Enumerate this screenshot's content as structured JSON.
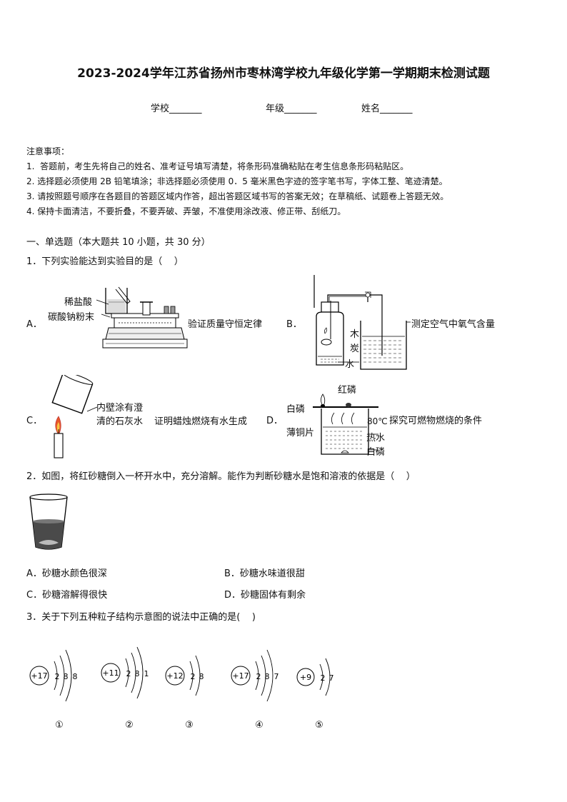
{
  "title": "2023-2024学年江苏省扬州市枣林湾学校九年级化学第一学期期末检测试题",
  "info": {
    "school": "学校_______",
    "grade": "年级_______",
    "name": "姓名_______"
  },
  "notes": {
    "heading": "注意事项：",
    "items": [
      "1.  答题前，考生先将自己的姓名、准考证号填写清楚，将条形码准确粘贴在考生信息条形码粘贴区。",
      "2. 选择题必须使用 2B 铅笔填涂；非选择题必须使用 0．5 毫米黑色字迹的签字笔书写，字体工整、笔迹清楚。",
      "3. 请按照题号顺序在各题目的答题区域内作答，超出答题区域书写的答案无效；在草稿纸、试题卷上答题无效。",
      "4. 保持卡面清洁，不要折叠，不要弄破、弄皱，不准使用涂改液、修正带、刮纸刀。"
    ]
  },
  "section1": "一、单选题（本大题共 10 小题，共 30 分）",
  "q1": {
    "stem": "1．下列实验能达到实验目的是（    ）",
    "A": {
      "letter": "A．",
      "label1": "稀盐酸",
      "label2": "碳酸钠粉末",
      "desc": "验证质量守恒定律"
    },
    "B": {
      "letter": "B．",
      "label_wood": "木",
      "label_char": "炭",
      "label_water": "水",
      "desc": "测定空气中氧气含量"
    },
    "C": {
      "letter": "C．",
      "label1": "内壁涂有澄",
      "label2": "清的石灰水",
      "desc": "证明蜡烛燃烧有水生成"
    },
    "D": {
      "letter": "D．",
      "white_p_top": "白磷",
      "red_p": "红磷",
      "temp": "80℃",
      "copper": "薄铜片",
      "hot_water": "热水",
      "white_p_bottom": "白磷",
      "desc": "探究可燃物燃烧的条件"
    }
  },
  "q2": {
    "stem": "2．如图，将红砂糖倒入一杯开水中，充分溶解。能作为判断砂糖水是饱和溶液的依据是（    ）",
    "options": [
      "A．砂糖水颜色很深",
      "B．砂糖水味道很甜",
      "C．砂糖溶解得很快",
      "D．砂糖固体有剩余"
    ]
  },
  "q3": {
    "stem": "3．关于下列五种粒子结构示意图的说法中正确的是(    )",
    "particles": [
      {
        "nucleus": "+17",
        "electrons": [
          "2",
          "8",
          "8"
        ],
        "label": "①"
      },
      {
        "nucleus": "+11",
        "electrons": [
          "2",
          "8",
          "1"
        ],
        "label": "②"
      },
      {
        "nucleus": "+12",
        "electrons": [
          "2",
          "8"
        ],
        "label": "③"
      },
      {
        "nucleus": "+17",
        "electrons": [
          "2",
          "8",
          "7"
        ],
        "label": "④"
      },
      {
        "nucleus": "+9",
        "electrons": [
          "2",
          "7"
        ],
        "label": "⑤"
      }
    ]
  }
}
